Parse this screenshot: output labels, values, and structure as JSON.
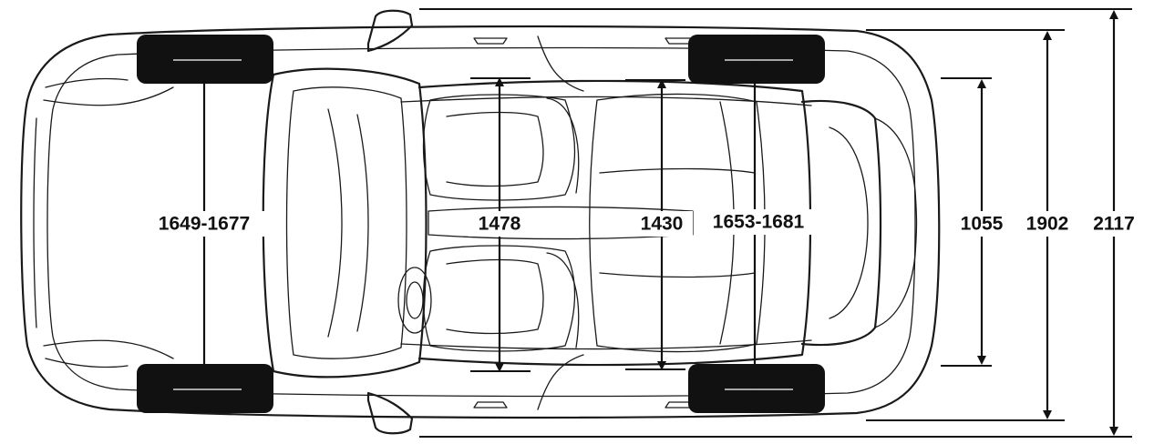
{
  "labels": {
    "front_track": "1649-1677",
    "front_shoulder": "1478",
    "rear_shoulder": "1430",
    "rear_track": "1653-1681",
    "trunk_width": "1055",
    "body_width": "1902",
    "overall_width_mirrors": "2117"
  },
  "colors": {
    "line": "#1a1a1a",
    "tire": "#111111",
    "background": "#ffffff"
  }
}
